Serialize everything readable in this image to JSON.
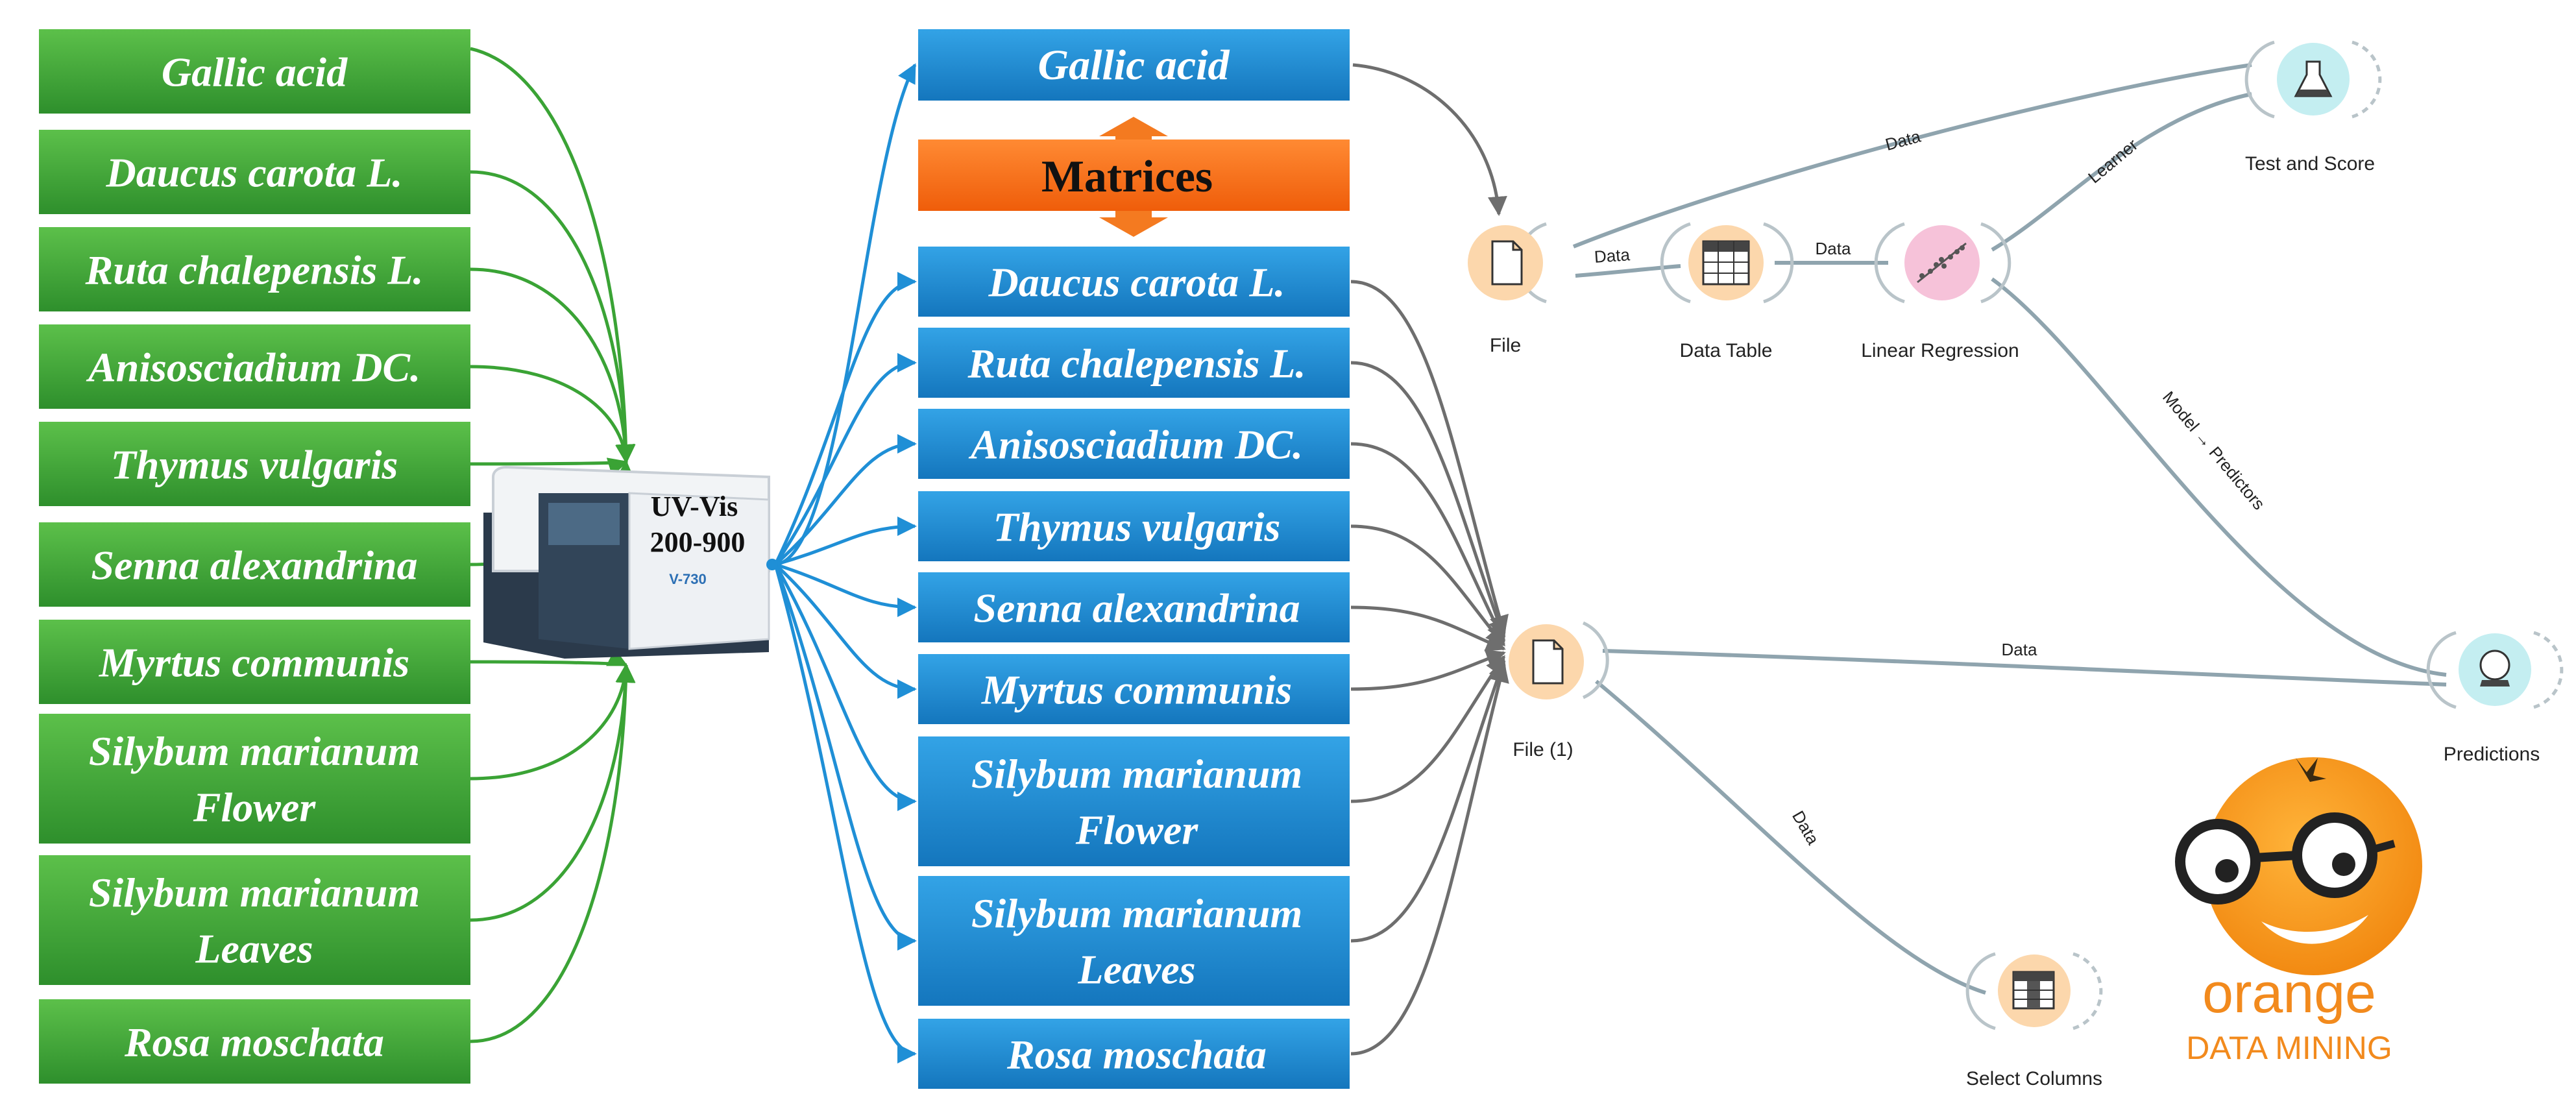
{
  "left_samples": [
    "Gallic acid",
    "Daucus carota L.",
    "Ruta chalepensis L.",
    "Anisosciadium DC.",
    "Thymus vulgaris",
    "Senna alexandrina",
    "Myrtus communis",
    "Silybum marianum|Flower",
    "Silybum marianum|Leaves",
    "Rosa moschata"
  ],
  "instrument": {
    "line1": "UV-Vis",
    "line2": "200-900",
    "badge": "V-730"
  },
  "middle_top": "Gallic acid",
  "matrices_label": "Matrices",
  "middle_samples": [
    "Daucus carota L.",
    "Ruta chalepensis L.",
    "Anisosciadium DC.",
    "Thymus vulgaris",
    "Senna alexandrina",
    "Myrtus communis",
    "Silybum marianum|Flower",
    "Silybum marianum|Leaves",
    "Rosa moschata"
  ],
  "workflow": {
    "nodes": {
      "file": "File",
      "data_table": "Data Table",
      "linear_regression": "Linear Regression",
      "test_and_score": "Test and Score",
      "file1": "File (1)",
      "predictions": "Predictions",
      "select_columns": "Select Columns"
    },
    "links": {
      "file_to_table": "Data",
      "table_to_lr": "Data",
      "file_to_test": "Data",
      "lr_to_test": "Learner",
      "lr_to_predictions": "Model → Predictors",
      "file1_to_predictions": "Data",
      "file1_to_select": "Data"
    }
  },
  "logo": {
    "word": "orange",
    "tagline": "DATA MINING"
  },
  "colors": {
    "green": "#3aa335",
    "blue": "#1f8fd6",
    "orange_box": "#f56a12",
    "node_orange": "#fcd7ac",
    "link_gray": "#8fa4ae"
  }
}
